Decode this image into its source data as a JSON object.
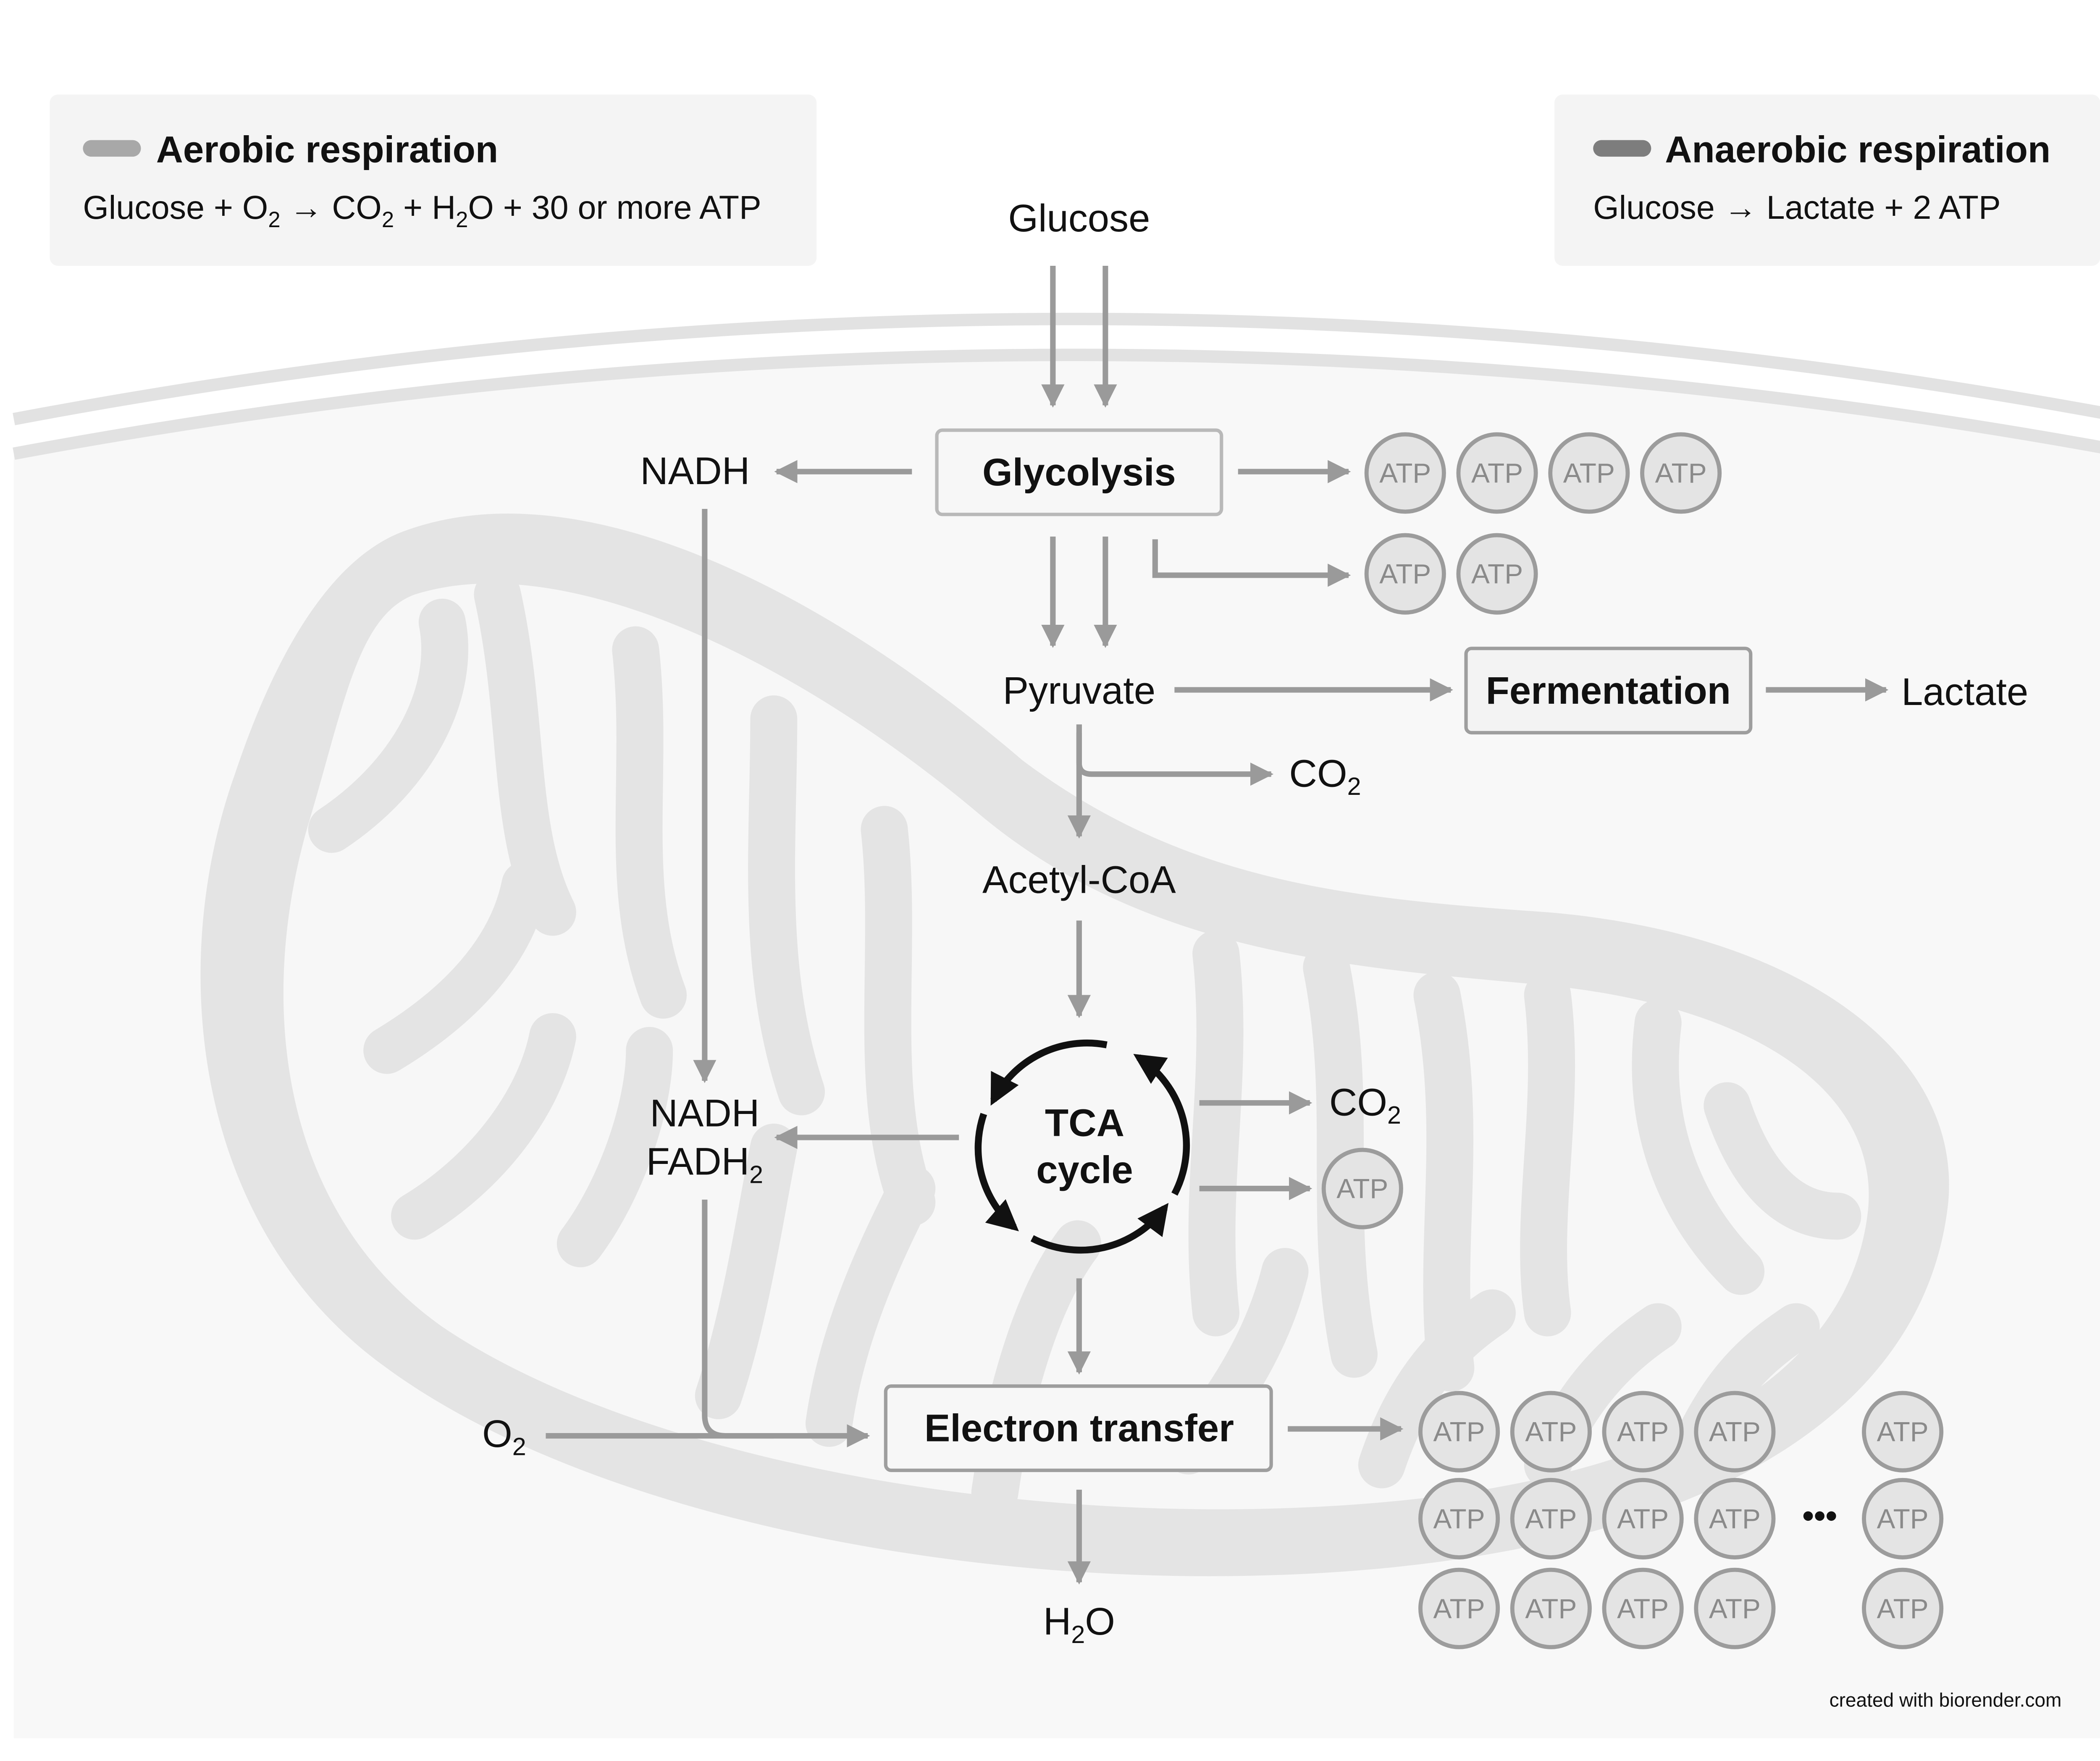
{
  "legend": {
    "aerobic": {
      "title": "Aerobic respiration",
      "equation": {
        "p1": "Glucose + O",
        "s1": "2",
        "p2": " → CO",
        "s2": "2",
        "p3": " + H",
        "s3": "2",
        "p4": "O + 30 or more ATP"
      },
      "swatch_color": "#a8a8a8"
    },
    "anaerobic": {
      "title": "Anaerobic respiration",
      "equation": "Glucose → Lactate + 2 ATP",
      "swatch_color": "#7d7d7d"
    }
  },
  "nodes": {
    "glucose": "Glucose",
    "glycolysis": "Glycolysis",
    "nadh_top": "NADH",
    "pyruvate": "Pyruvate",
    "fermentation": "Fermentation",
    "lactate": "Lactate",
    "co2_pyruvate": {
      "base": "CO",
      "sub": "2"
    },
    "acetyl_coa": "Acetyl-CoA",
    "tca_line1": "TCA",
    "tca_line2": "cycle",
    "nadh_mid": "NADH",
    "fadh2": {
      "base": "FADH",
      "sub": "2"
    },
    "co2_tca": {
      "base": "CO",
      "sub": "2"
    },
    "o2": {
      "base": "O",
      "sub": "2"
    },
    "electron_transfer": "Electron transfer",
    "h2o": {
      "pre": "H",
      "sub": "2",
      "post": "O"
    },
    "ellipsis": "•••"
  },
  "atp_label": "ATP",
  "atp_groups": {
    "glycolysis_net": 4,
    "glycolysis_anaerobic": 2,
    "tca": 1,
    "electron_transfer_rows": 3,
    "electron_transfer_cols_before_ellipsis": 4,
    "electron_transfer_cols_after_ellipsis": 1
  },
  "credit": "created with biorender.com",
  "colors": {
    "arrow": "#9a9a9a",
    "tca_arrow": "#111111",
    "box_border": "#9e9e9e",
    "mito_outer": "#e4e4e4",
    "mito_inner": "#f7f7f7",
    "cell": "#f8f8f8",
    "membrane": "#e2e2e2",
    "atp_fill": "#e4e4e4",
    "atp_stroke": "#9c9c9c"
  }
}
